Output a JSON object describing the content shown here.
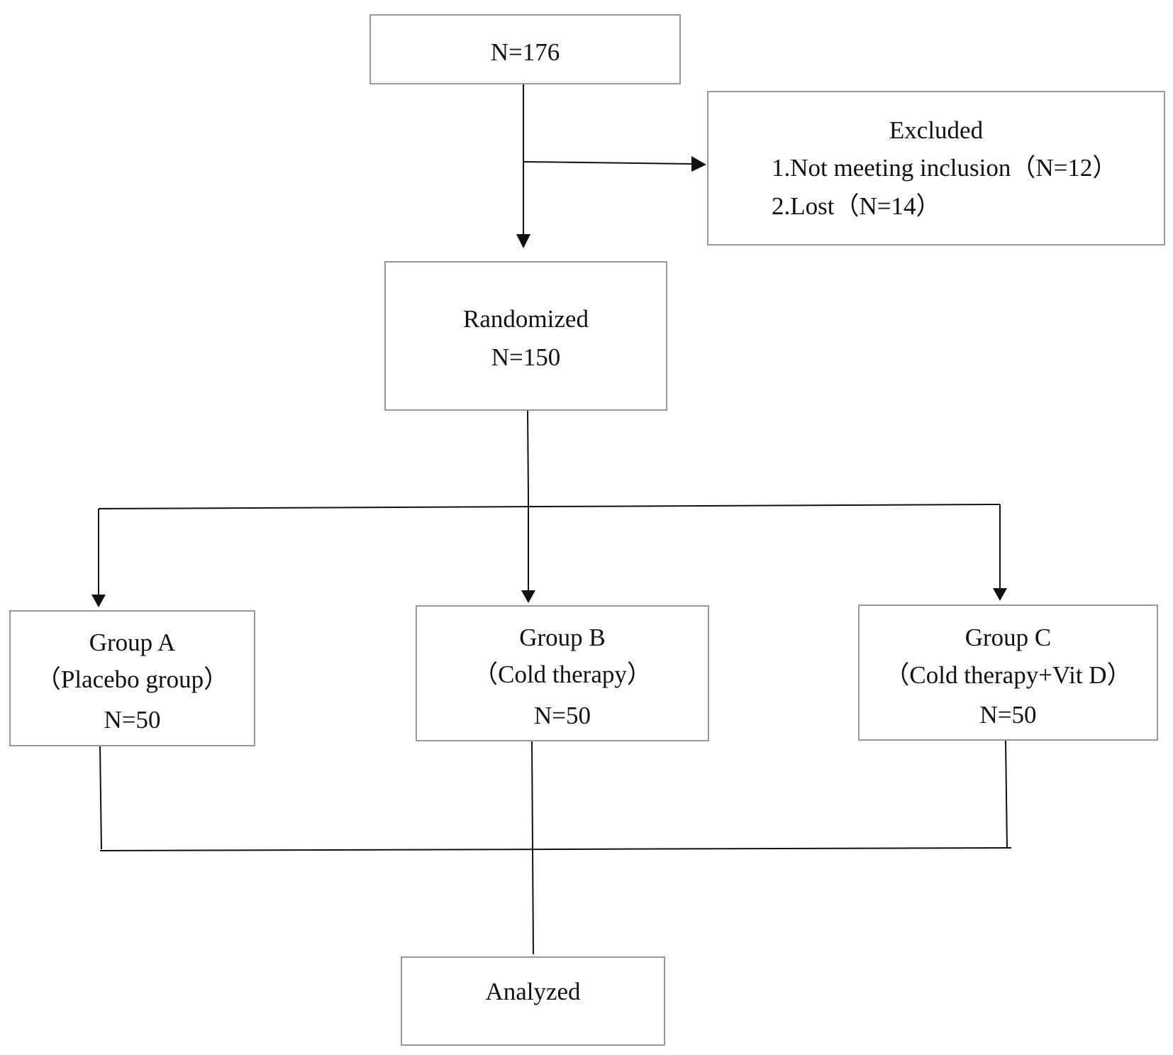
{
  "diagram": {
    "start": {
      "count": "N=176"
    },
    "excluded": {
      "title": "Excluded",
      "reasons": [
        "1.Not meeting inclusion（N=12）",
        "2.Lost（N=14）"
      ]
    },
    "randomized": {
      "title": "Randomized",
      "count": "N=150"
    },
    "groups": [
      {
        "name": "Group A",
        "description": "（Placebo group）",
        "count": "N=50"
      },
      {
        "name": "Group B",
        "description": "（Cold therapy）",
        "count": "N=50"
      },
      {
        "name": "Group C",
        "description": "（Cold therapy+Vit D）",
        "count": "N=50"
      }
    ],
    "analyzed": {
      "title": "Analyzed"
    }
  }
}
